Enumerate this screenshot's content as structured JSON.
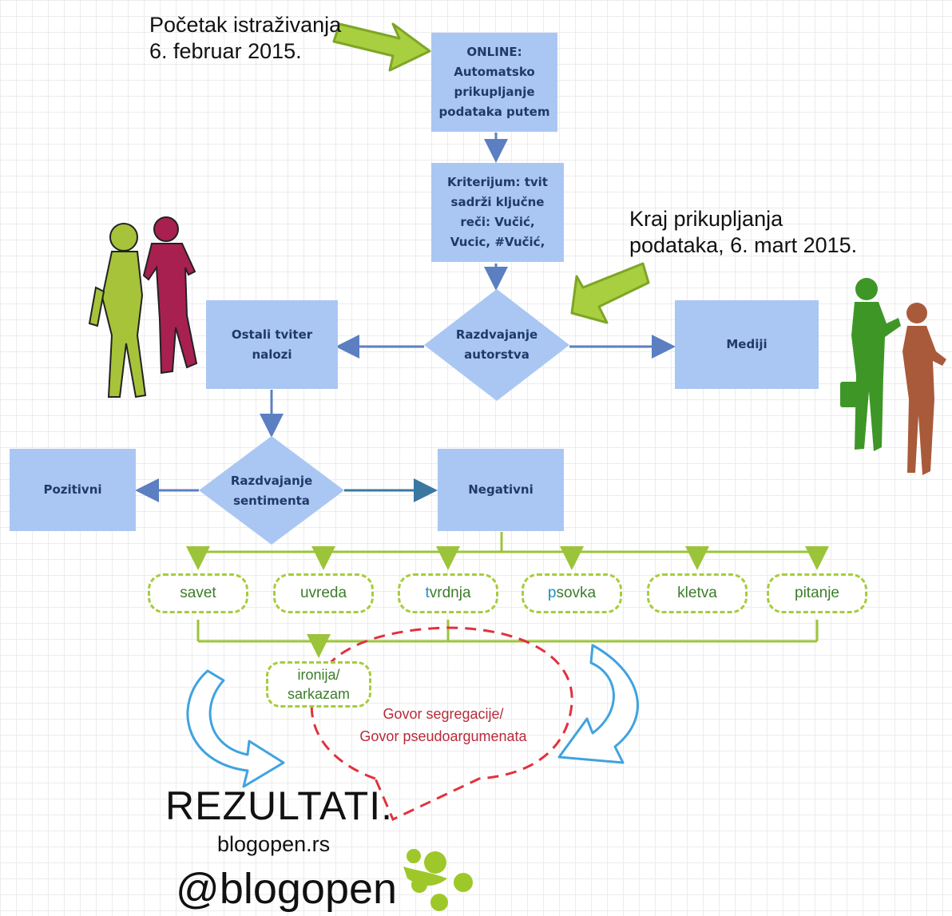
{
  "notes": {
    "start": [
      "Početak istraživanja",
      "6. februar 2015."
    ],
    "end": [
      "Kraj prikupljanja",
      "podataka, 6. mart 2015."
    ]
  },
  "nodes": {
    "online": [
      "ONLINE:",
      "Automatsko",
      "prikupljanje",
      "podataka putem"
    ],
    "criterion": [
      "Kriterijum: tvit",
      "sadrži ključne",
      "reči: Vučić,",
      "Vucic, #Vučić,"
    ],
    "authorship": [
      "Razdvajanje",
      "autorstva"
    ],
    "other_accounts": [
      "Ostali tviter",
      "nalozi"
    ],
    "media": [
      "Mediji"
    ],
    "sentiment": [
      "Razdvajanje",
      "sentimenta"
    ],
    "positive": [
      "Pozitivni"
    ],
    "negative": [
      "Negativni"
    ]
  },
  "categories": {
    "savet": "savet",
    "uvreda": "uvreda",
    "tvrdnja_first": "t",
    "tvrdnja_rest": "vrdnja",
    "psovka_first": "p",
    "psovka_rest": "sovka",
    "kletva": "kletva",
    "pitanje": "pitanje"
  },
  "irony": [
    "ironija/",
    "sarkazam"
  ],
  "speech": [
    "Govor segregacije/",
    "Govor pseudoargumenata"
  ],
  "footer": {
    "results": "REZULTATI.",
    "site": "blogopen.rs",
    "handle": "@blogopen"
  },
  "colors": {
    "box_fill": "#aac7f3",
    "box_text": "#1f3a68",
    "flow_arrow": "#5b7fc1",
    "green_line": "#9cc43a",
    "speech_outline": "#e0323d",
    "curved_arrow": "#3fa3e0"
  }
}
